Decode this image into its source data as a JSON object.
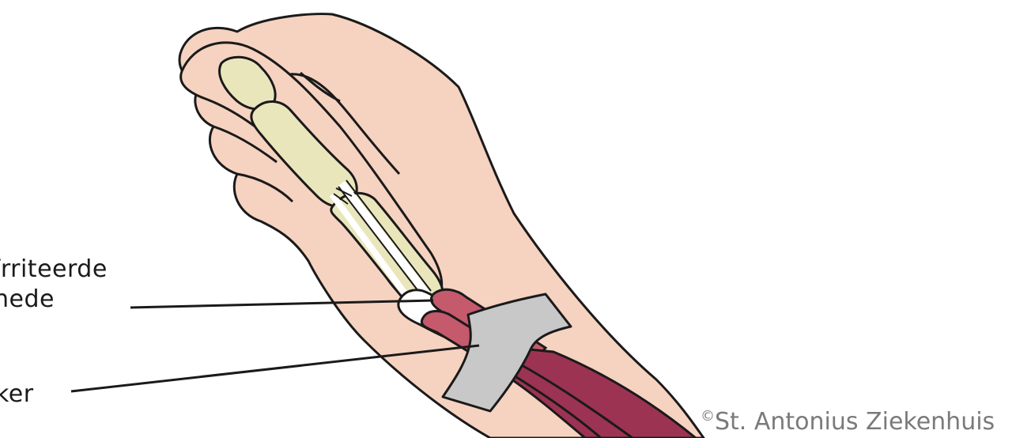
{
  "labels": {
    "irritated_line1": "ïrriteerde",
    "irritated_line2": "hede",
    "sheath": "ker"
  },
  "copyright": {
    "symbol": "©",
    "text": "St. Antonius Ziekenhuis"
  },
  "colors": {
    "skin": "#f6d2c0",
    "bone": "#eae6bc",
    "tendon_sheath_red": "#c45a6c",
    "muscle": "#9c3353",
    "retinaculum": "#c8c8c8",
    "outline": "#1a1a1a"
  }
}
